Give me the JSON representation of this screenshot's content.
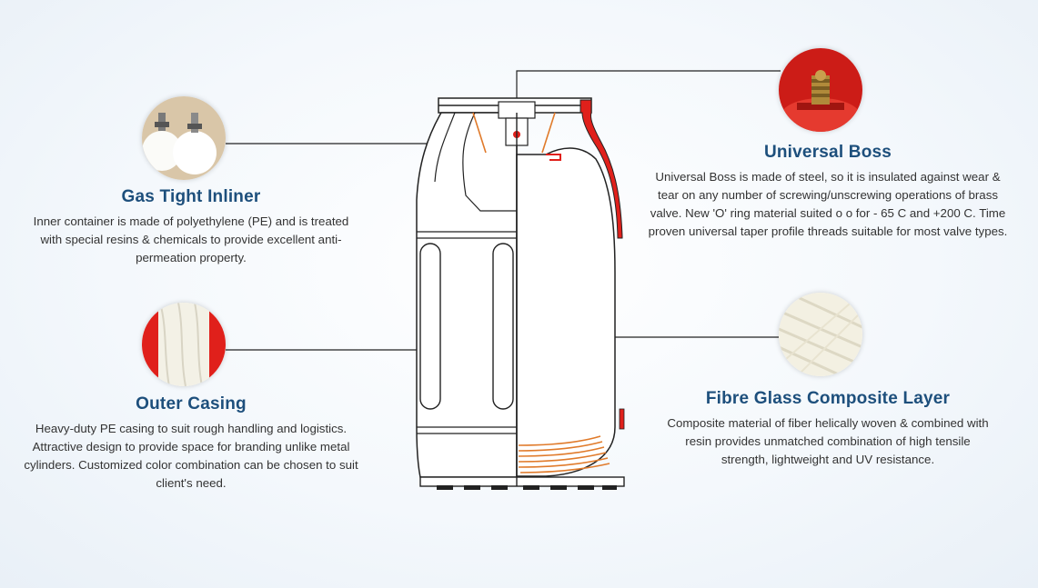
{
  "features": {
    "gas_tight_inliner": {
      "title": "Gas Tight Inliner",
      "description": "Inner container is made of polyethylene (PE) and is treated with special resins & chemicals to provide excellent anti-permeation property."
    },
    "outer_casing": {
      "title": "Outer Casing",
      "description": "Heavy-duty PE casing to suit rough handling and logistics. Attractive design to provide space for branding unlike metal cylinders. Customized color combination can be chosen to suit client's need."
    },
    "universal_boss": {
      "title": "Universal Boss",
      "description": "Universal Boss is made of steel, so it is insulated against wear & tear on any number of screwing/unscrewing operations of brass valve. New 'O' ring material suited o o for - 65 C and +200 C. Time proven universal taper profile threads suitable for most valve types."
    },
    "fibre_glass": {
      "title": "Fibre Glass Composite Layer",
      "description": "Composite material of fiber helically woven & combined with resin provides unmatched combination of high tensile strength, lightweight and UV resistance."
    }
  },
  "colors": {
    "title": "#1d4f7c",
    "accent_red": "#e0201b",
    "accent_orange": "#e07a2a",
    "outline": "#222222"
  }
}
